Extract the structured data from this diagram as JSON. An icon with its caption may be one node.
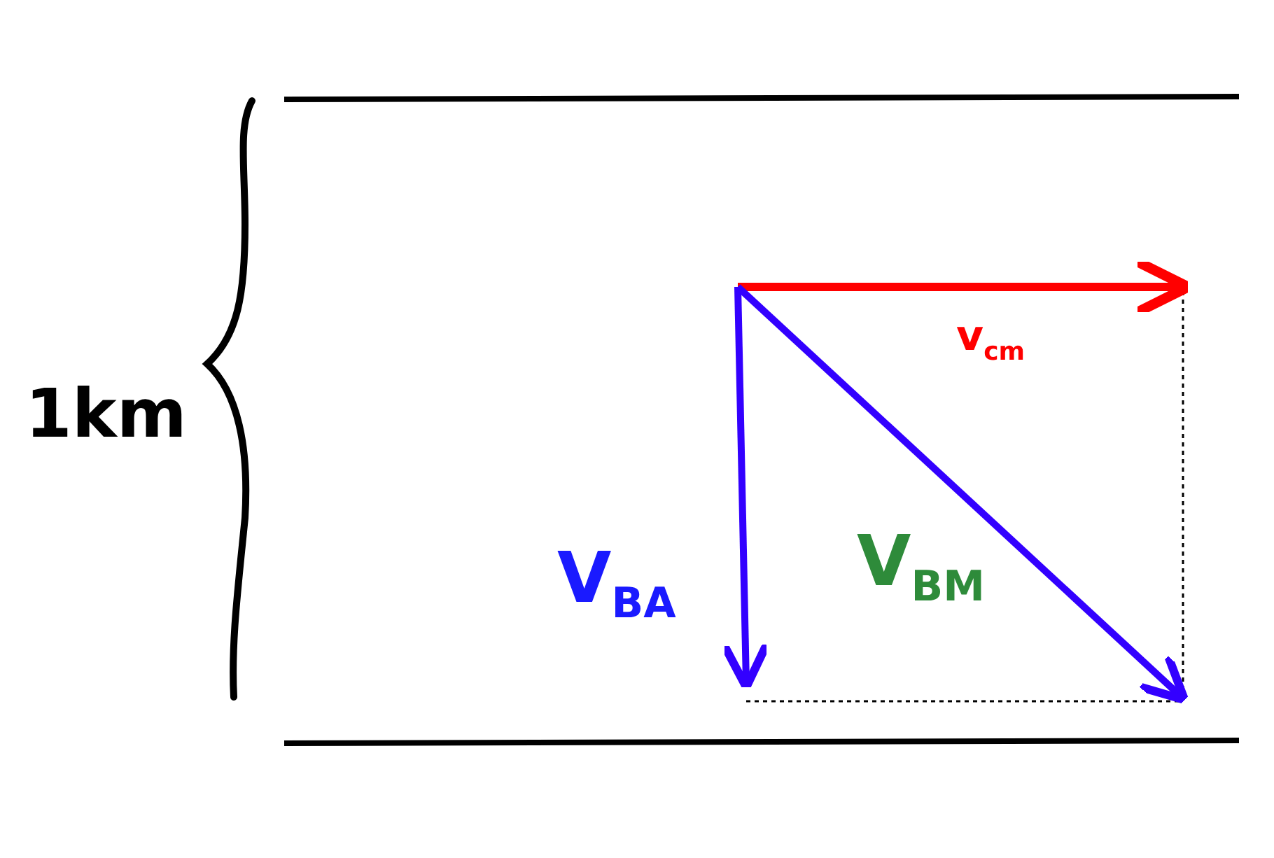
{
  "diagram": {
    "labels": [
      "1km",
      "V$_{BA}$",
      "V$_{BM}$",
      "v$_{cm}$"
    ]
  }
}
